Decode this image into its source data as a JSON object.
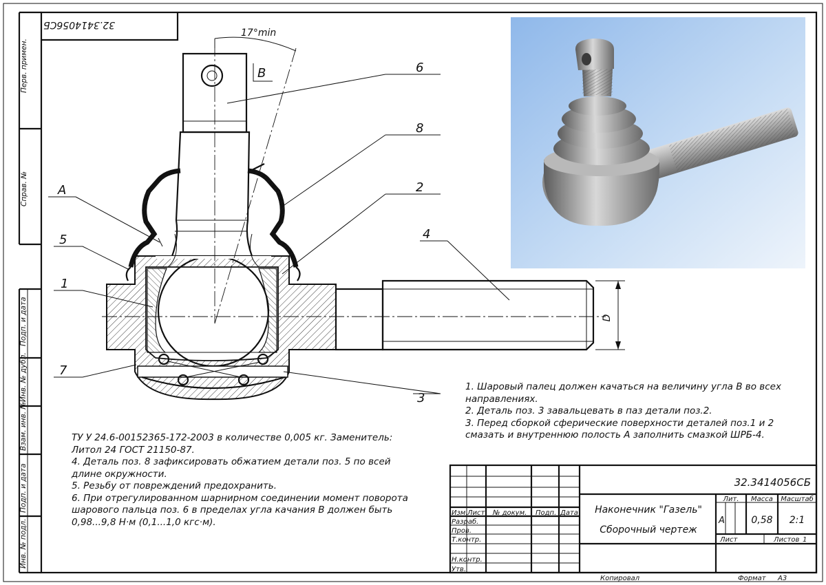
{
  "drawing_number_rotated": "32.3414056СБ",
  "angle_label": "17°min",
  "view_label": "B",
  "dimension_label": "D",
  "section_label": "A",
  "callouts": [
    "6",
    "8",
    "2",
    "4",
    "1",
    "5",
    "7",
    "3"
  ],
  "left_strip": {
    "perv_primen": "Перв. примен.",
    "sprav": "Справ. №",
    "podp_data_1": "Подп. и дата",
    "inv_dubl": "Инв. № дубл.",
    "vzam_inv": "Взам. инв. №",
    "podp_data_2": "Подп. и дата",
    "inv_podl": "Инв. № подл."
  },
  "notes_right": [
    "1. Шаровый палец должен качаться на величину угла В во всех",
    "направлениях.",
    "2. Деталь поз. 3 завальцевать в паз детали поз.2.",
    "3. Перед сборкой сферические поверхности деталей поз.1 и 2",
    "смазать и внутреннюю полость А заполнить смазкой ШРБ-4."
  ],
  "notes_left": [
    "ТУ У 24.6-00152365-172-2003 в количестве 0,005 кг. Заменитель:",
    "Литол 24 ГОСТ 21150-87.",
    "4. Деталь поз. 8 зафиксировать обжатием детали поз. 5 по всей",
    "длине окружности.",
    "5. Резьбу от повреждений предохранить.",
    "6. При отрегулированном шарнирном соединении момент поворота",
    "шарового пальца поз. 6 в пределах угла качания В должен быть",
    "0,98...9,8 Н·м (0,1...1,0 кгс·м)."
  ],
  "title_block": {
    "doc_number": "32.3414056СБ",
    "name_line1": "Наконечник \"Газель\"",
    "name_line2": "Сборочный чертеж",
    "col_izm": "Изм.",
    "col_list": "Лист",
    "col_dokum": "№ докум.",
    "col_podp": "Подп.",
    "col_data": "Дата",
    "razrab": "Разраб.",
    "prov": "Пров.",
    "tkontr": "Т.контр.",
    "nkontr": "Н.контр.",
    "utv": "Утв.",
    "lit": "Лит.",
    "massa": "Масса",
    "masshtab": "Масштаб",
    "lit_value": "А",
    "massa_value": "0,58",
    "masshtab_value": "2:1",
    "list": "Лист",
    "listov": "Листов",
    "listov_value": "1",
    "kopiroval": "Копировал",
    "format": "Формат",
    "format_value": "А3"
  }
}
